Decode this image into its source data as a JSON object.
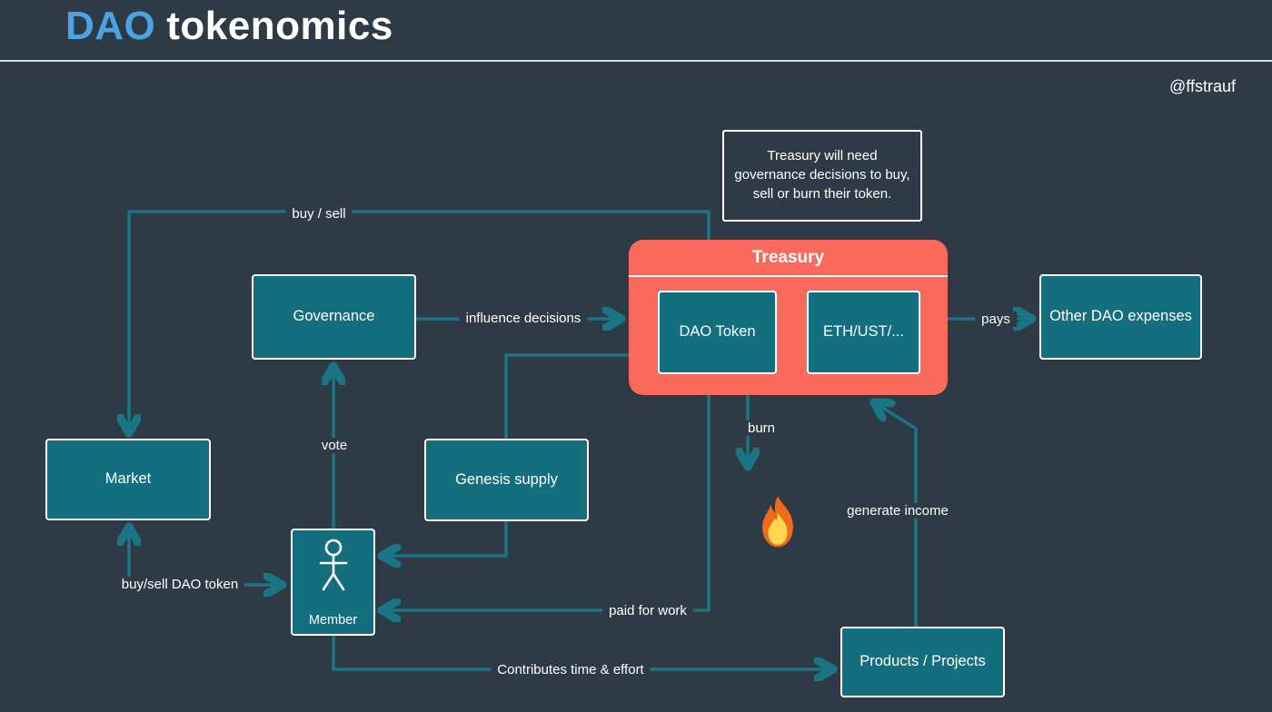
{
  "header": {
    "title_accent": "DAO",
    "title_rest": "tokenomics",
    "handle": "@ffstrauf"
  },
  "note": {
    "text": "Treasury will need governance decisions to buy, sell or burn their token."
  },
  "nodes": {
    "treasury": {
      "label": "Treasury"
    },
    "dao_token": {
      "label": "DAO Token"
    },
    "eth_ust": {
      "label": "ETH/UST/..."
    },
    "governance": {
      "label": "Governance"
    },
    "market": {
      "label": "Market"
    },
    "genesis_supply": {
      "label": "Genesis supply"
    },
    "other_dao_expenses": {
      "label": "Other DAO expenses"
    },
    "products_projects": {
      "label": "Products / Projects"
    },
    "member": {
      "label": "Member"
    }
  },
  "edges": {
    "buy_sell": "buy / sell",
    "influence_decisions": "influence decisions",
    "pays": "pays",
    "vote": "vote",
    "burn": "burn",
    "generate_income": "generate income",
    "paid_for_work": "paid for work",
    "buy_sell_dao_token": "buy/sell DAO token",
    "contributes": "Contributes time & effort"
  },
  "icons": {
    "fire": "fire-flame"
  },
  "colors": {
    "background": "#2e3a45",
    "node_teal": "#136e7d",
    "arrow_teal": "#1a7585",
    "treasury_red": "#fa6a5c",
    "accent_blue": "#4ba3e3",
    "text": "#ffffff"
  }
}
